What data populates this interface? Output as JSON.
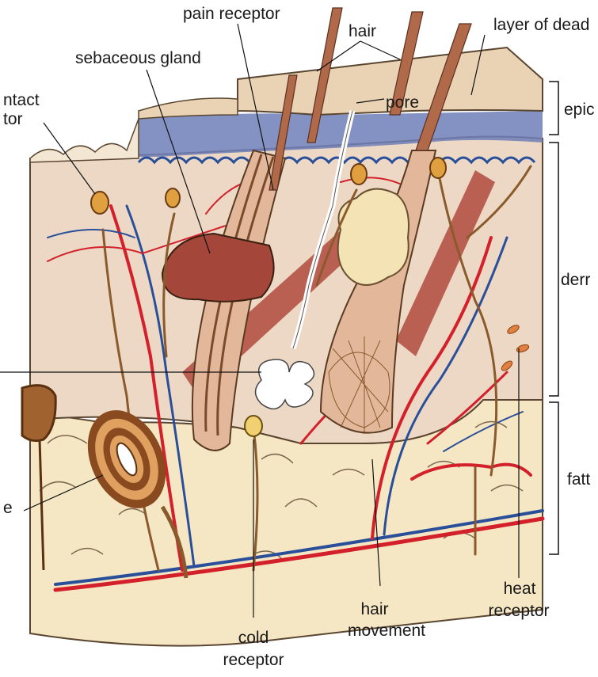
{
  "labels": {
    "pain_receptor": "pain receptor",
    "hair": "hair",
    "layer_of_dead": "layer of dead",
    "sebaceous_gland": "sebaceous gland",
    "contact_receptor_line1": "ntact",
    "contact_receptor_line2": "tor",
    "pore": "pore",
    "epidermis": "epic",
    "dermis": "derr",
    "fatty": "fatt",
    "pressure_fragment": "e",
    "hair_movement_line1": "hair",
    "hair_movement_line2": "movement",
    "heat_line1": "heat",
    "heat_line2": "receptor",
    "cold_line1": "cold",
    "cold_line2": "receptor"
  },
  "colors": {
    "epidermis_top": "#e9d3b4",
    "blue_band": "#6f7fb8",
    "dermis": "#ecd8c4",
    "fat": "#f6e7c4",
    "artery": "#d3202a",
    "vein": "#2a4f9a",
    "nerve": "#8a5a2c",
    "gland": "#a5463a",
    "muscle": "#b24b3e",
    "follicle": "#e2b79a",
    "sweat_gland": "#ffffff"
  }
}
